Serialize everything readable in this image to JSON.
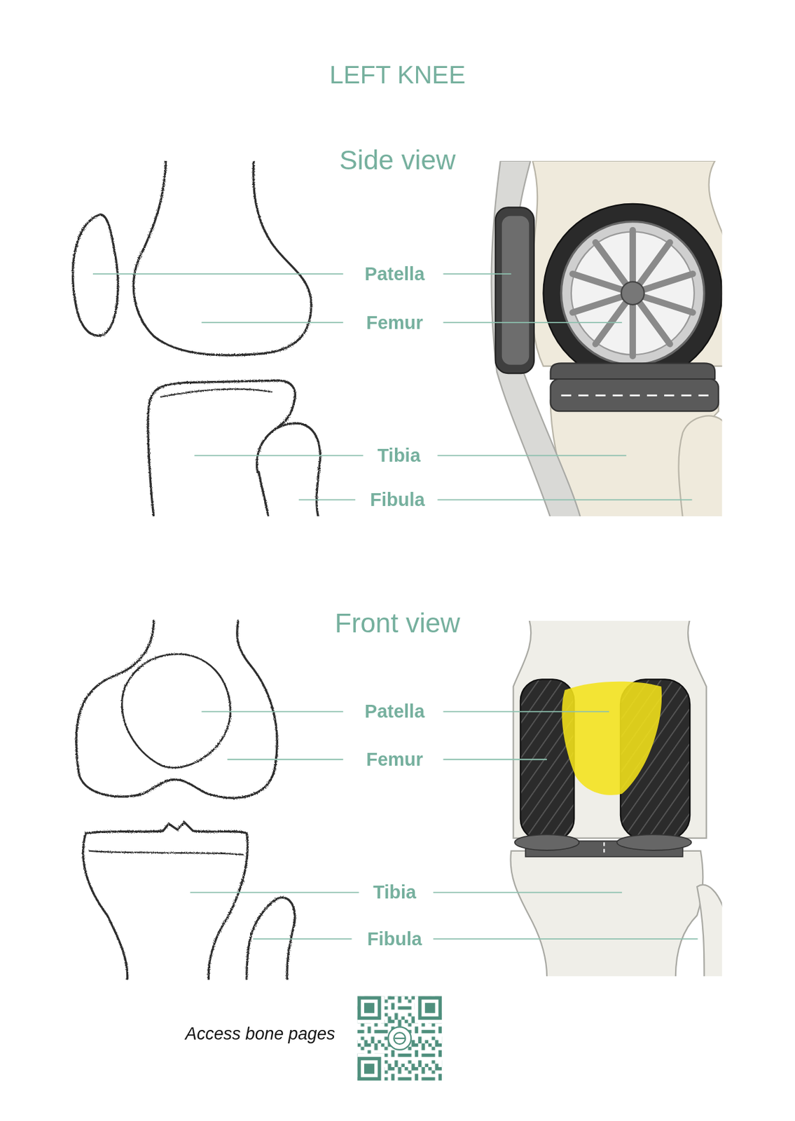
{
  "diagram": {
    "title": "LEFT KNEE",
    "labels": [
      "Side view",
      "Patella",
      "Femur",
      "Tibia",
      "Fibula",
      "Front view",
      "Patella",
      "Femur",
      "Tibia",
      "Fibula",
      "Access bone pages"
    ]
  }
}
